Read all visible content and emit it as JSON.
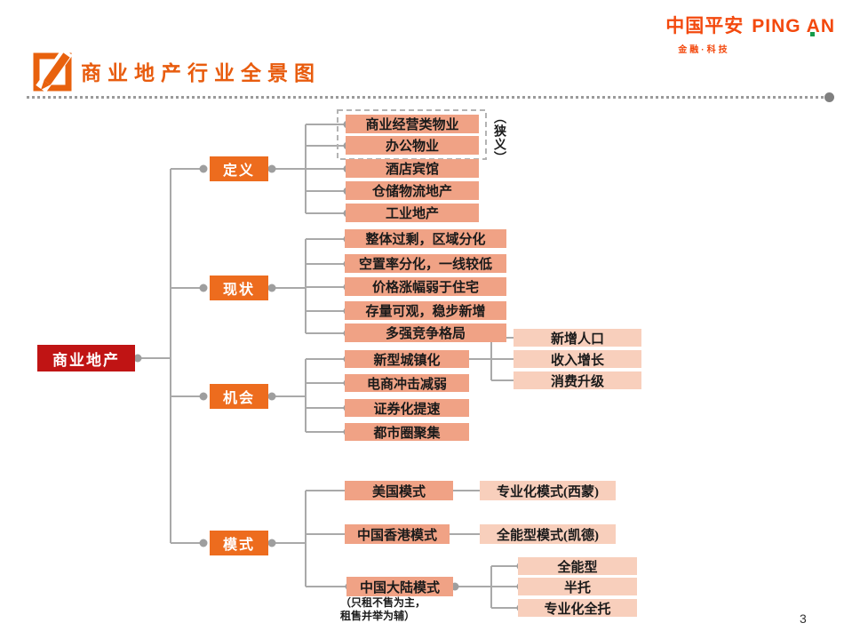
{
  "brand": {
    "logo_cn": "中国平安",
    "logo_en": "PING AN",
    "tagline": "金融·科技",
    "brand_color": "#f3490e",
    "accent_green": "#169b4a"
  },
  "header": {
    "title": "商业地产行业全景图",
    "title_color": "#e85c0e",
    "icon": "pencil-icon"
  },
  "page_number": "3",
  "tree": {
    "colors": {
      "root": "#c01414",
      "branch": "#ed6c1e",
      "leaf": "#f0a285",
      "subleaf": "#f8cfbc",
      "line": "#a9a9a9"
    },
    "root": {
      "label": "商业地产"
    },
    "narrow_label": "（狭义）",
    "branches": [
      {
        "label": "定义",
        "children": [
          {
            "label": "商业经营类物业"
          },
          {
            "label": "办公物业"
          },
          {
            "label": "酒店宾馆"
          },
          {
            "label": "仓储物流地产"
          },
          {
            "label": "工业地产"
          }
        ]
      },
      {
        "label": "现状",
        "children": [
          {
            "label": "整体过剩，区域分化"
          },
          {
            "label": "空置率分化，一线较低"
          },
          {
            "label": "价格涨幅弱于住宅"
          },
          {
            "label": "存量可观，稳步新增"
          },
          {
            "label": "多强竞争格局"
          }
        ]
      },
      {
        "label": "机会",
        "children": [
          {
            "label": "新型城镇化",
            "subs": [
              {
                "label": "新增人口"
              },
              {
                "label": "收入增长"
              },
              {
                "label": "消费升级"
              }
            ]
          },
          {
            "label": "电商冲击减弱"
          },
          {
            "label": "证券化提速"
          },
          {
            "label": "都市圈聚集"
          }
        ]
      },
      {
        "label": "模式",
        "children": [
          {
            "label": "美国模式",
            "subs": [
              {
                "label": "专业化模式(西蒙)"
              }
            ]
          },
          {
            "label": "中国香港模式",
            "subs": [
              {
                "label": "全能型模式(凯德)"
              }
            ]
          },
          {
            "label": "中国大陆模式",
            "note_lines": [
              "（只租不售为主，",
              "租售并举为辅）"
            ],
            "subs": [
              {
                "label": "全能型"
              },
              {
                "label": "半托"
              },
              {
                "label": "专业化全托"
              }
            ]
          }
        ]
      }
    ]
  }
}
